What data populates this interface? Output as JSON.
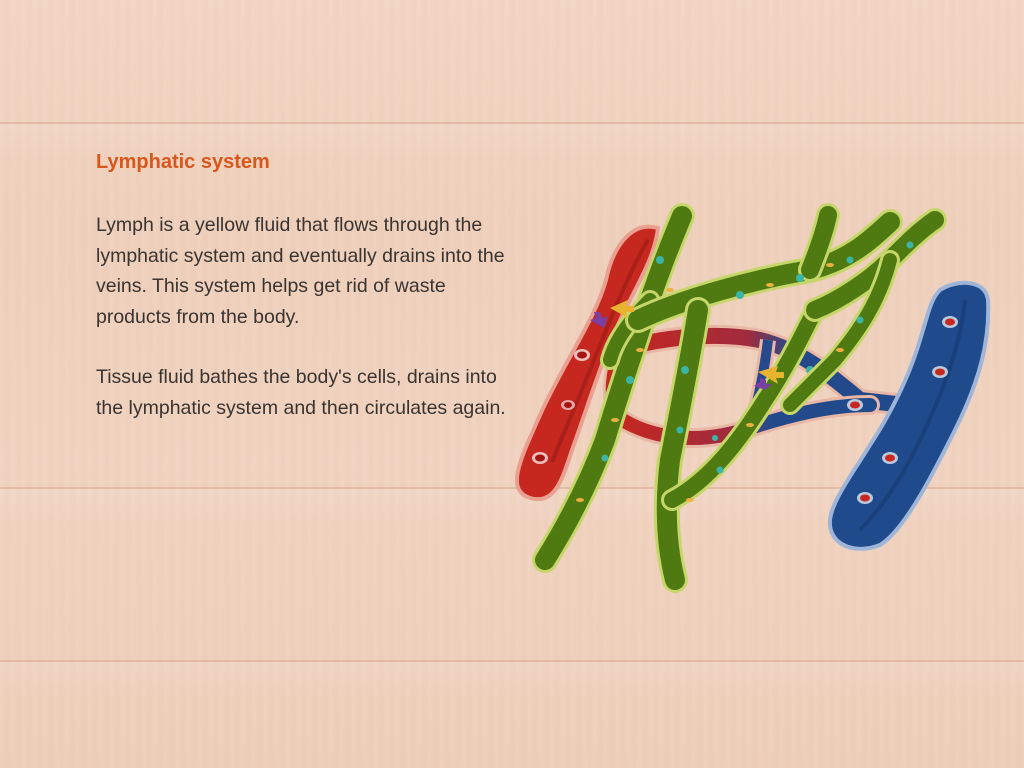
{
  "page": {
    "title": "Lymphatic system",
    "paragraphs": [
      "Lymph is a yellow fluid that flows through the lymphatic system and eventually drains into the veins. This system helps get rid of waste products from the body.",
      "Tissue fluid bathes the body's cells, drains into the lymphatic system and then circulates again."
    ]
  },
  "colors": {
    "title": "#d9561c",
    "body_text": "#3b3330",
    "background": "#efd0bd",
    "artery_red": "#c92a24",
    "vein_blue": "#1f4a8c",
    "lymph_green": "#4f7a12"
  },
  "figure": {
    "name": "lymphatic-vessels-illustration",
    "parts": [
      "artery",
      "vein",
      "capillary-bed",
      "lymphatic-vessels"
    ]
  }
}
